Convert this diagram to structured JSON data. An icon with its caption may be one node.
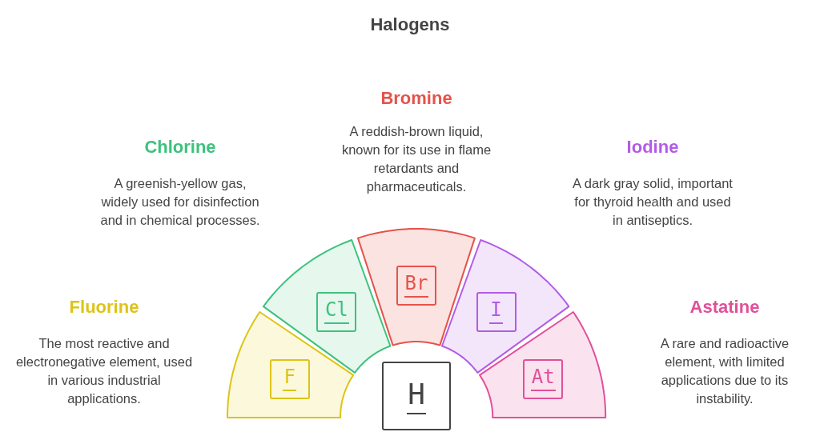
{
  "diagram": {
    "title": "Halogens",
    "nodes": [
      {
        "text": [
          "F"
        ],
        "beside": [
          "Fluorine",
          "The most reactive and electronegative element, used in various industrial applications."
        ]
      },
      {
        "text": [
          "Cl"
        ],
        "beside": [
          "Chlorine",
          "A greenish-yellow gas, widely used for disinfection and in chemical processes."
        ]
      },
      {
        "text": [
          "Br"
        ],
        "beside": [
          "Bromine",
          "A reddish-brown liquid, known for its use in flame retardants and pharmaceuticals."
        ]
      },
      {
        "text": [
          "I"
        ],
        "beside": [
          "Iodine",
          "A dark gray solid, important for thyroid health and used in antiseptics."
        ]
      },
      {
        "text": [
          "At"
        ],
        "beside": [
          "Astatine",
          "A rare and radioactive element, with limited applications due to its instability."
        ]
      },
      {
        "text": [
          "H"
        ]
      }
    ]
  }
}
